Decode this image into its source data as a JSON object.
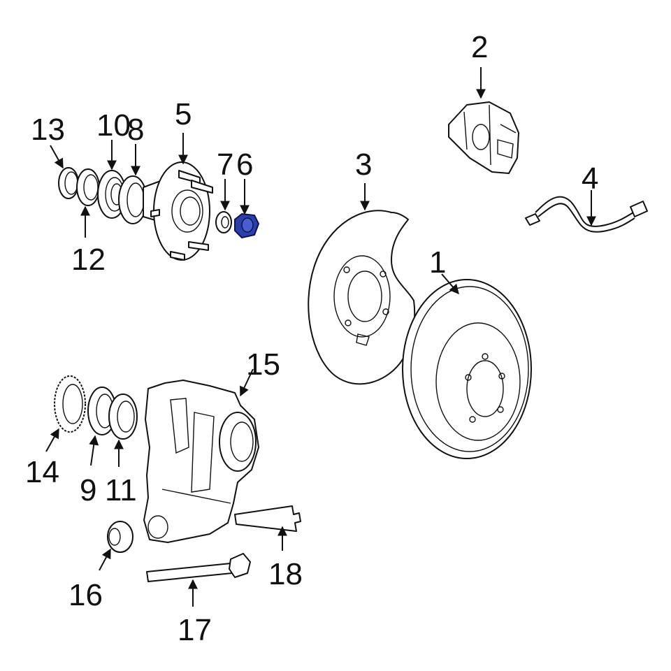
{
  "diagram": {
    "highlight_color": "#2b3fa8",
    "callouts": [
      {
        "id": "c1",
        "label": "1"
      },
      {
        "id": "c2",
        "label": "2"
      },
      {
        "id": "c3",
        "label": "3"
      },
      {
        "id": "c4",
        "label": "4"
      },
      {
        "id": "c5",
        "label": "5"
      },
      {
        "id": "c6",
        "label": "6"
      },
      {
        "id": "c7",
        "label": "7"
      },
      {
        "id": "c8",
        "label": "8"
      },
      {
        "id": "c9",
        "label": "9"
      },
      {
        "id": "c10",
        "label": "10"
      },
      {
        "id": "c11",
        "label": "11"
      },
      {
        "id": "c12",
        "label": "12"
      },
      {
        "id": "c13",
        "label": "13"
      },
      {
        "id": "c14",
        "label": "14"
      },
      {
        "id": "c15",
        "label": "15"
      },
      {
        "id": "c16",
        "label": "16"
      },
      {
        "id": "c17",
        "label": "17"
      },
      {
        "id": "c18",
        "label": "18"
      }
    ]
  }
}
